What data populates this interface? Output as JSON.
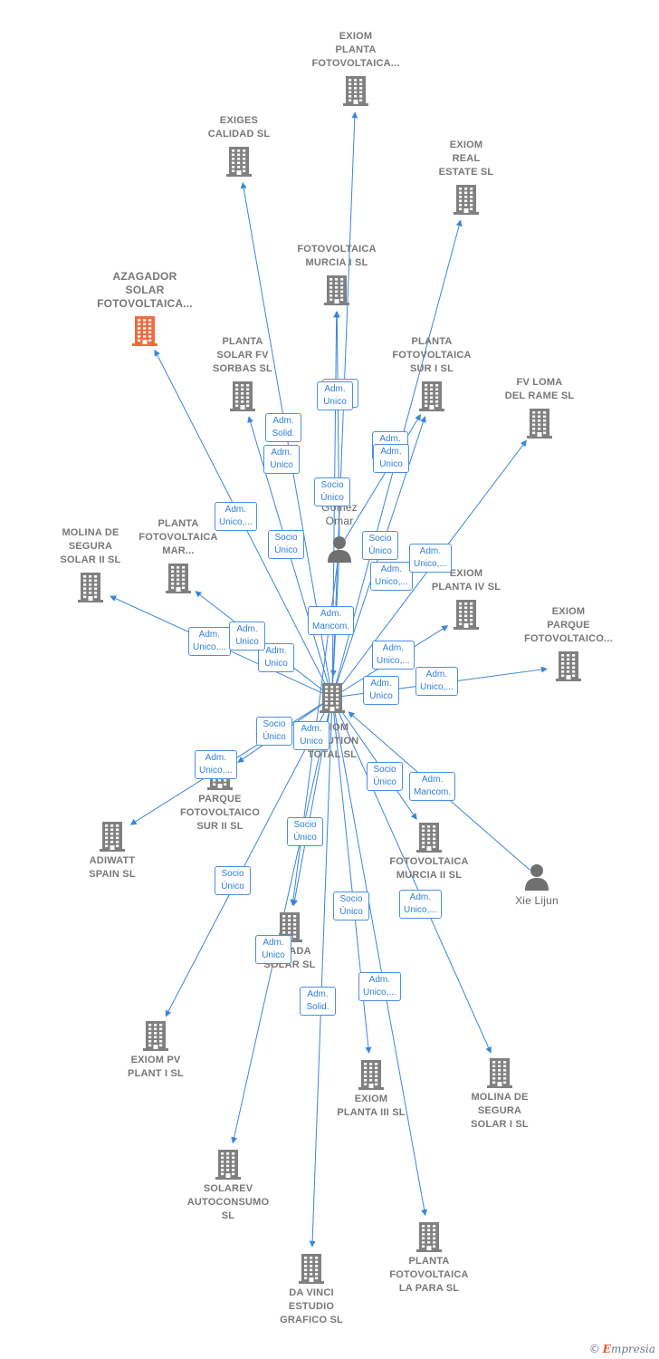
{
  "colors": {
    "edge": "#3a86d8",
    "company": "#808080",
    "highlight": "#f26a3d",
    "person": "#707070",
    "label": "#777777"
  },
  "nodes": [
    {
      "id": "center",
      "type": "company",
      "label": "EXIOM\nSOLUTION\nTOTAL SL"
    },
    {
      "id": "exiom_planta_fv",
      "type": "company",
      "label": "EXIOM\nPLANTA\nFOTOVOLTAICA..."
    },
    {
      "id": "exiges",
      "type": "company",
      "label": "EXIGES\nCALIDAD  SL"
    },
    {
      "id": "exiom_real",
      "type": "company",
      "label": "EXIOM\nREAL\nESTATE  SL"
    },
    {
      "id": "fv_murcia1",
      "type": "company",
      "label": "FOTOVOLTAICA\nMURCIA I  SL"
    },
    {
      "id": "azagador",
      "type": "company",
      "highlight": true,
      "label": "AZAGADOR\nSOLAR\nFOTOVOLTAICA..."
    },
    {
      "id": "sorbas",
      "type": "company",
      "label": "PLANTA\nSOLAR FV\nSORBAS  SL"
    },
    {
      "id": "sur1",
      "type": "company",
      "label": "PLANTA\nFOTOVOLTAICA\nSUR I  SL"
    },
    {
      "id": "loma",
      "type": "company",
      "label": "FV LOMA\nDEL RAME  SL"
    },
    {
      "id": "molina2",
      "type": "company",
      "label": "MOLINA DE\nSEGURA\nSOLAR II  SL"
    },
    {
      "id": "planta_mar",
      "type": "company",
      "label": "PLANTA\nFOTOVOLTAICA\nMAR..."
    },
    {
      "id": "planta4",
      "type": "company",
      "label": "EXIOM\nPLANTA IV  SL"
    },
    {
      "id": "parque_fv",
      "type": "company",
      "label": "EXIOM\nPARQUE\nFOTOVOLTAICO..."
    },
    {
      "id": "sur2",
      "type": "company",
      "label": "PARQUE\nFOTOVOLTAICO\nSUR II  SL"
    },
    {
      "id": "adiwatt",
      "type": "company",
      "label": "ADIWATT\nSPAIN  SL"
    },
    {
      "id": "murcia2",
      "type": "company",
      "label": "FOTOVOLTAICA\nMURCIA II  SL"
    },
    {
      "id": "alhada",
      "type": "company",
      "label": "ALHADA\nSOLAR  SL"
    },
    {
      "id": "pv_plant1",
      "type": "company",
      "label": "EXIOM PV\nPLANT I  SL"
    },
    {
      "id": "planta3",
      "type": "company",
      "label": "EXIOM\nPLANTA III  SL"
    },
    {
      "id": "molina1",
      "type": "company",
      "label": "MOLINA DE\nSEGURA\nSOLAR I  SL"
    },
    {
      "id": "solarev",
      "type": "company",
      "label": "SOLAREV\nAUTOCONSUMO\nSL"
    },
    {
      "id": "lapara",
      "type": "company",
      "label": "PLANTA\nFOTOVOLTAICA\nLA PARA  SL"
    },
    {
      "id": "davinci",
      "type": "company",
      "label": "DA VINCI\nESTUDIO\nGRAFICO SL"
    },
    {
      "id": "omar",
      "type": "person",
      "label": "Gomez\nOmar"
    },
    {
      "id": "xie",
      "type": "person",
      "label": "Xie Lijun"
    }
  ],
  "edge_labels": [
    "Adm.\nUnico",
    "Adm.\nUnico",
    "Adm.\nSolid.",
    "Adm.\nUnico",
    "Adm.\nUnico",
    "Adm.\nUnico",
    "Socio\nÚnico",
    "Adm.\nUnico,...",
    "Socio\nÚnico",
    "Socio\nÚnico",
    "Adm.\nUnico,...",
    "Adm.\nUnico,...",
    "Adm.\nMancom.",
    "Adm.\nUnico",
    "Adm.\nUnico,...",
    "Adm.\nUnico",
    "Adm.\nUnico,...",
    "Adm.\nUnico,...",
    "Adm.\nUnico",
    "Socio\nÚnico",
    "Adm.\nUnico",
    "Adm.\nUnico,...",
    "Socio\nÚnico",
    "Adm.\nMancom.",
    "Socio\nÚnico",
    "Socio\nÚnico",
    "Socio\nÚnico",
    "Adm.\nUnico,...",
    "Adm.\nUnico",
    "Adm.\nUnico,...",
    "Adm.\nSolid."
  ],
  "footer": {
    "copyright": "©",
    "brand_initial": "E",
    "brand_rest": "mpresia"
  }
}
